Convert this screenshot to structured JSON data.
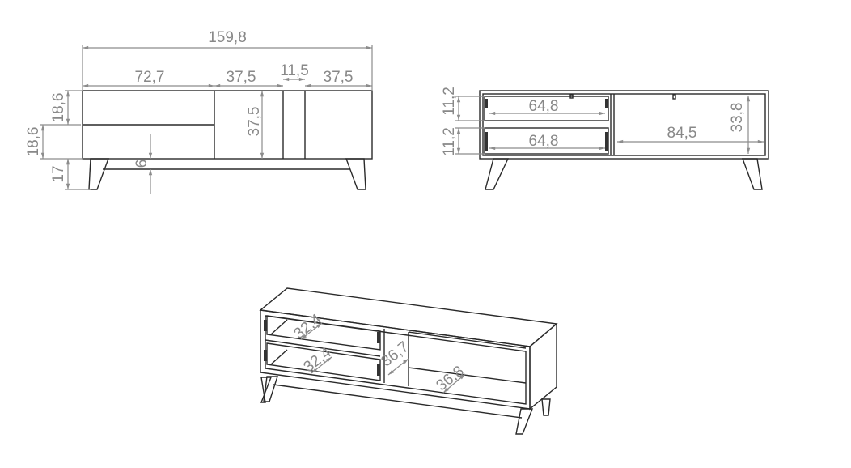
{
  "front_view": {
    "total_width": "159,8",
    "drawer_width": "72,7",
    "door_left_width": "37,5",
    "middle_gap": "11,5",
    "door_right_width": "37,5",
    "drawer_top_height": "18,6",
    "drawer_bottom_height": "18,6",
    "leg_height": "17",
    "rail_gap": "6",
    "door_height": "37,5"
  },
  "back_view": {
    "upper_drawer_height": "11,2",
    "lower_drawer_height": "11,2",
    "upper_drawer_width": "64,8",
    "lower_drawer_width": "64,8",
    "compartment_width": "84,5",
    "compartment_height": "33,8"
  },
  "iso_view": {
    "upper_drawer_depth": "32,4",
    "lower_drawer_depth": "32,4",
    "middle_depth": "36,7",
    "compartment_depth": "36,8"
  }
}
